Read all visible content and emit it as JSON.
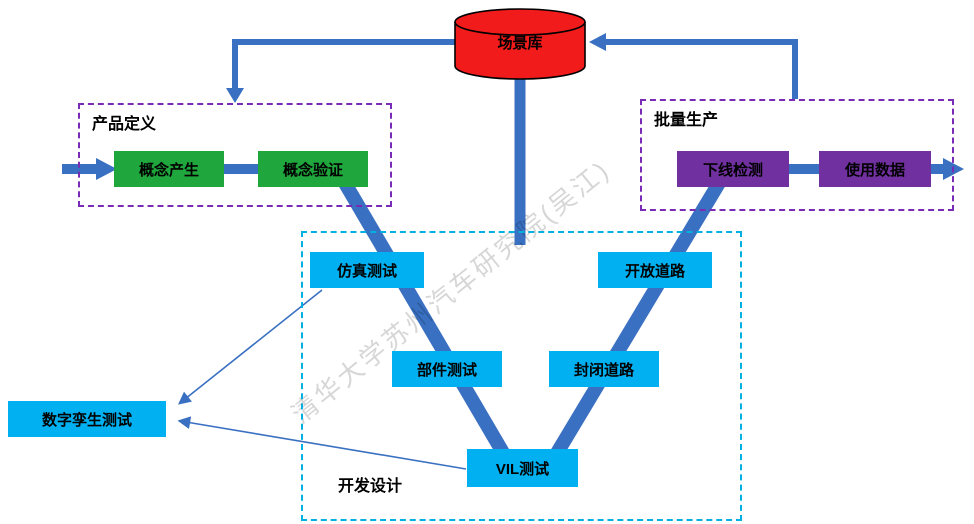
{
  "diagram": {
    "database": {
      "label": "场景库"
    },
    "groups": {
      "product_definition": {
        "label": "产品定义"
      },
      "mass_production": {
        "label": "批量生产"
      },
      "development_design": {
        "label": "开发设计"
      }
    },
    "nodes": {
      "concept_generation": {
        "label": "概念产生"
      },
      "concept_validation": {
        "label": "概念验证"
      },
      "offline_inspection": {
        "label": "下线检测"
      },
      "usage_data": {
        "label": "使用数据"
      },
      "simulation_test": {
        "label": "仿真测试"
      },
      "open_road": {
        "label": "开放道路"
      },
      "component_test": {
        "label": "部件测试"
      },
      "closed_road": {
        "label": "封闭道路"
      },
      "vil_test": {
        "label": "VIL测试"
      },
      "digital_twin_test": {
        "label": "数字孪生测试"
      }
    },
    "watermark": "清华大学苏州汽车研究院(吴江)",
    "colors": {
      "arrow_blue": "#3a70c2",
      "node_green": "#1fa63c",
      "node_purple": "#7030a0",
      "node_cyan": "#00b0f0",
      "database_red": "#f21b1b",
      "group_border_purple": "#7a2bb5",
      "group_border_cyan": "#00b0e0"
    }
  }
}
